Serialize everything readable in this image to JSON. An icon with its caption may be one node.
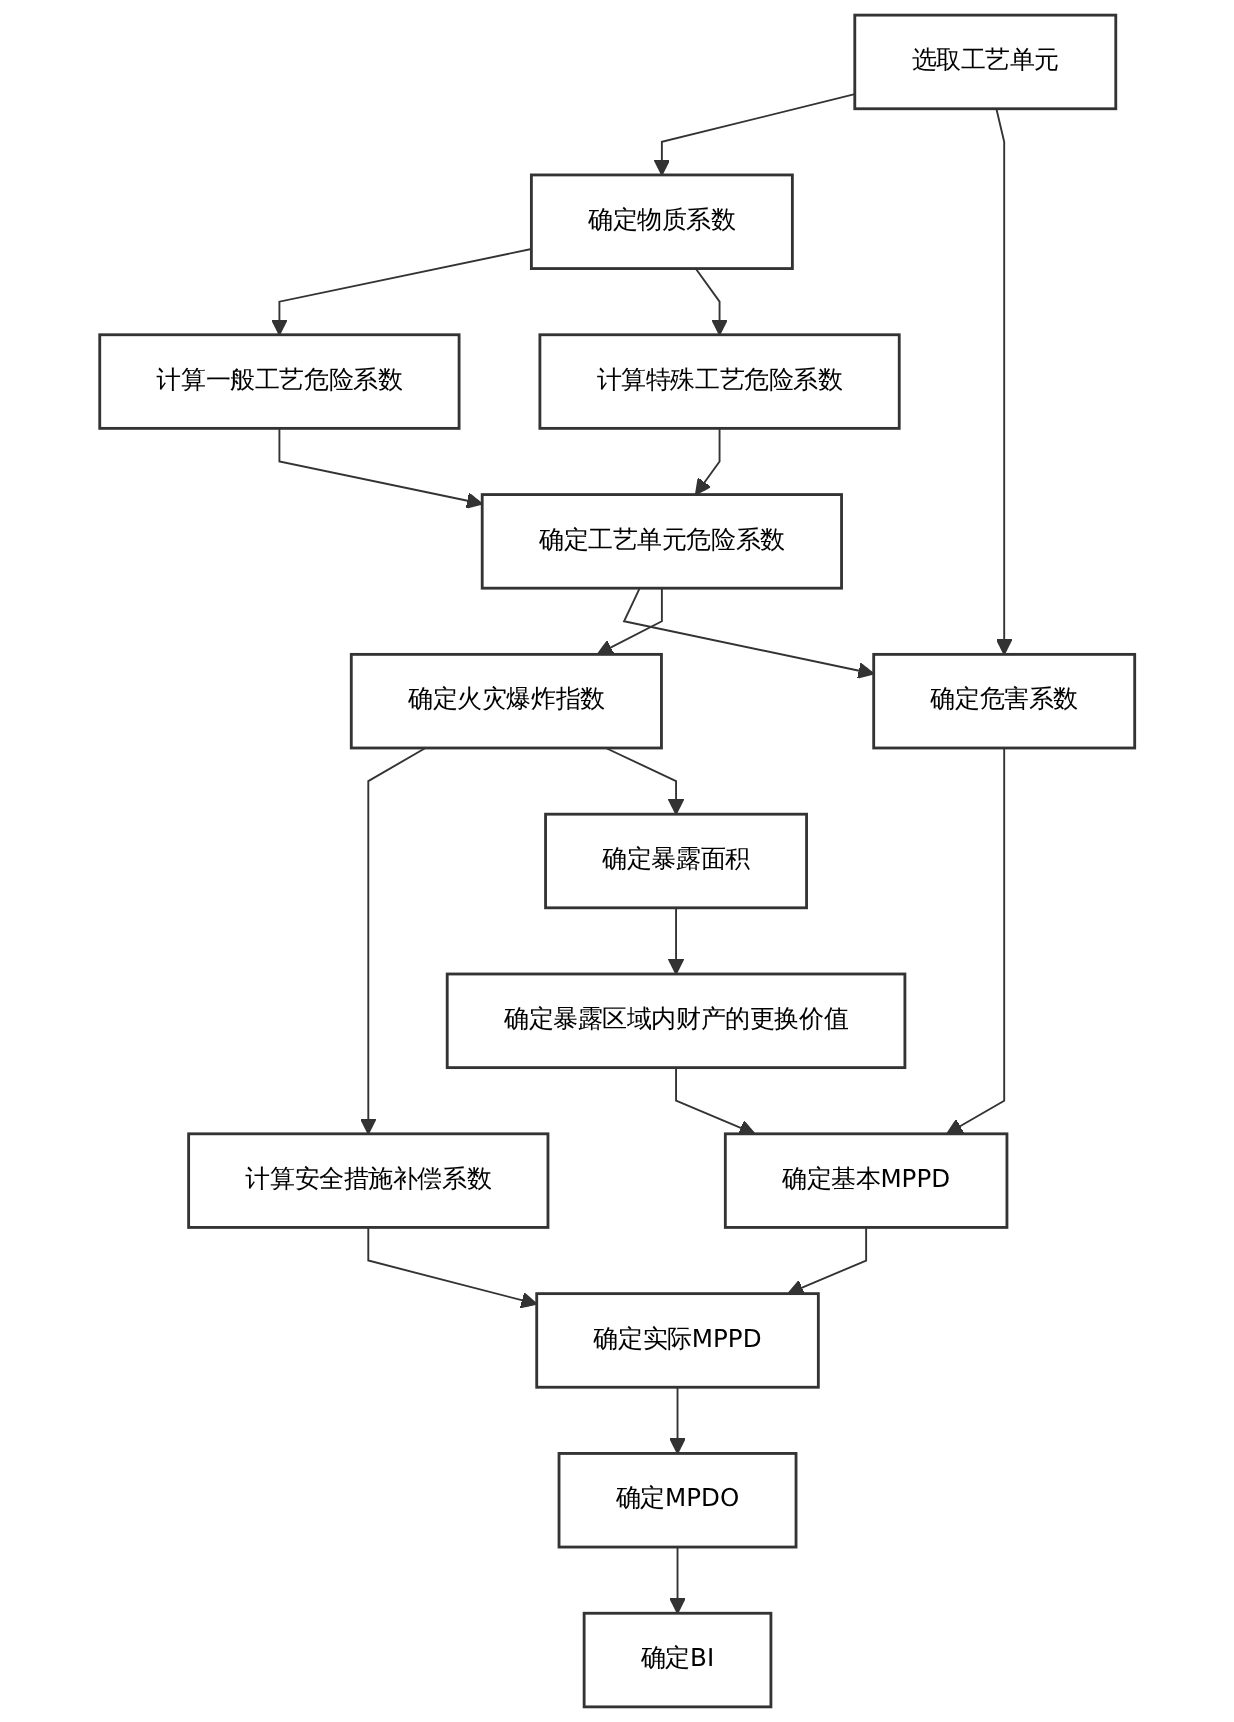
{
  "diagram": {
    "nodes": [
      {
        "text": [
          "选取工艺单元"
        ]
      },
      {
        "text": [
          "确定物质系数"
        ]
      },
      {
        "text": [
          "计算一般工艺危险系数"
        ]
      },
      {
        "text": [
          "计算特殊工艺危险系数"
        ]
      },
      {
        "text": [
          "确定工艺单元危险系数"
        ]
      },
      {
        "text": [
          "计算安全措施补偿系数"
        ]
      },
      {
        "text": [
          "确定火灾爆炸指数"
        ]
      },
      {
        "text": [
          "确定暴露面积"
        ]
      },
      {
        "text": [
          "确定暴露区域内财产的更换价值"
        ]
      },
      {
        "text": [
          "确定基本MPPD"
        ]
      },
      {
        "text": [
          "确定危害系数"
        ]
      },
      {
        "text": [
          "确定实际MPPD"
        ]
      },
      {
        "text": [
          "确定MPDO"
        ]
      },
      {
        "text": [
          "确定BI"
        ]
      }
    ],
    "edges": [
      {
        "from": 0,
        "to": 1,
        "arrow": "to"
      },
      {
        "from": 1,
        "to": 2,
        "arrow": "to"
      },
      {
        "from": 1,
        "to": 3,
        "arrow": "to"
      },
      {
        "from": 2,
        "to": 4,
        "arrow": "to"
      },
      {
        "from": 3,
        "to": 4,
        "arrow": "to"
      },
      {
        "from": 0,
        "to": 10,
        "arrow": "to"
      },
      {
        "from": 4,
        "to": 10,
        "arrow": "to"
      },
      {
        "from": 4,
        "to": 6,
        "arrow": "to"
      },
      {
        "from": 6,
        "to": 5,
        "arrow": "to"
      },
      {
        "from": 6,
        "to": 7,
        "arrow": "to"
      },
      {
        "from": 7,
        "to": 8,
        "arrow": "to"
      },
      {
        "from": 8,
        "to": 9,
        "arrow": "to"
      },
      {
        "from": 10,
        "to": 9,
        "arrow": "to"
      },
      {
        "from": 9,
        "to": 11,
        "arrow": "to"
      },
      {
        "from": 5,
        "to": 11,
        "arrow": "to"
      },
      {
        "from": 11,
        "to": 12,
        "arrow": "to"
      },
      {
        "from": 12,
        "to": 13,
        "arrow": "to"
      }
    ]
  }
}
